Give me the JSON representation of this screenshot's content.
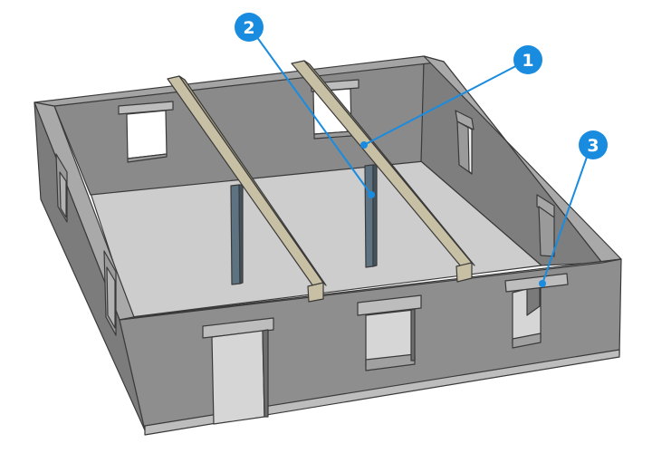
{
  "diagram": {
    "subject": "Building shell with beams, columns and window lintel",
    "colors": {
      "callout": "#1a8ce0",
      "wall_face": "#8e8e8e",
      "wall_side": "#7c7c7c",
      "wall_top": "#a9a9a9",
      "inner_wall": "#8a8a8a",
      "floor": "#cdcdcd",
      "beam_top": "#c8c0a4",
      "beam_side": "#aba387",
      "column": "#5e7382",
      "lintel": "#bdbdbd",
      "opening": "#d6d6d6",
      "outline": "#3a3a3a"
    },
    "callouts": [
      {
        "number": "1",
        "target": "beam"
      },
      {
        "number": "2",
        "target": "column"
      },
      {
        "number": "3",
        "target": "lintel"
      }
    ]
  }
}
